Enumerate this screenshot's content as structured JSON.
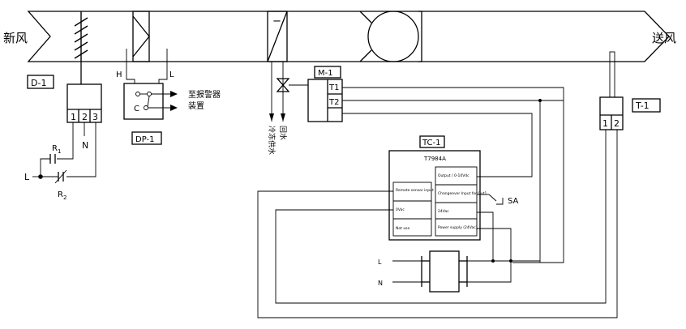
{
  "duct": {
    "inlet_label": "新风",
    "outlet_label": "送风"
  },
  "damper": {
    "tag": "D-1",
    "terminals": [
      "1",
      "2",
      "3"
    ],
    "relay1": "R",
    "relay1_sub": "1",
    "relay2": "R",
    "relay2_sub": "2",
    "line": "L",
    "neutral": "N"
  },
  "pressure_switch": {
    "tag": "DP-1",
    "high": "H",
    "low": "L",
    "common": "C",
    "alarm_line1": "至报警器",
    "alarm_line2": "装置"
  },
  "coil_minus": "−",
  "valve": {
    "tag": "M-1",
    "terminal1": "T1",
    "terminal2": "T2",
    "supply_water": "冷冻供水",
    "return_water": "回水"
  },
  "sensor": {
    "tag": "T-1",
    "terminals": [
      "1",
      "2"
    ]
  },
  "controller": {
    "tag": "TC-1",
    "model": "T7984A",
    "left_blocks": [
      "Remote sensor input",
      "0Vac",
      "Not use"
    ],
    "right_blocks": [
      "Output / 0-10Vdc",
      "Changeover Input for Out1",
      "24Vac",
      "Power supply (24Vac)"
    ],
    "switch_label": "SA"
  },
  "power": {
    "line": "L",
    "neutral": "N"
  }
}
